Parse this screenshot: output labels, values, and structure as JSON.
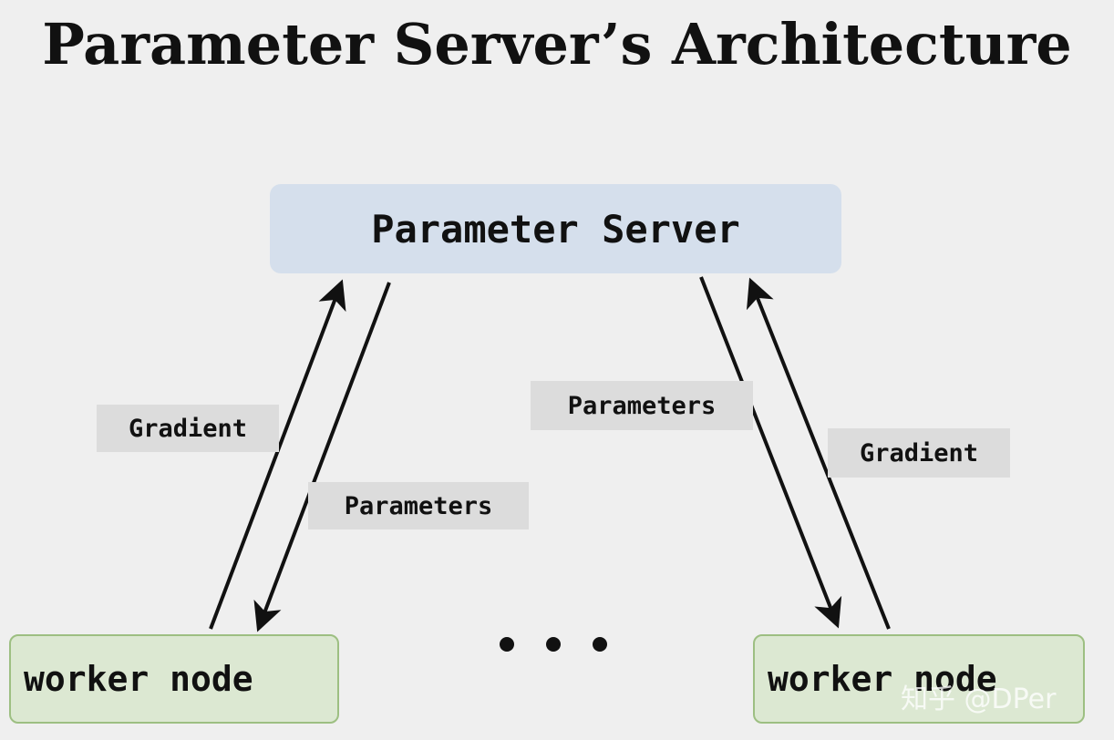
{
  "title": "Parameter Server’s Architecture",
  "server": {
    "label": "Parameter Server"
  },
  "workers": [
    {
      "label": "worker node"
    },
    {
      "label": "worker node"
    }
  ],
  "edges": {
    "left_up_label": "Gradient",
    "left_down_label": "Parameters",
    "right_down_label": "Parameters",
    "right_up_label": "Gradient"
  },
  "watermark": "知乎 @DPer",
  "colors": {
    "background": "#efefef",
    "server_fill": "#d5dfec",
    "worker_fill": "#dce8d2",
    "worker_border": "#9dbf82",
    "label_fill": "#dcdcdc",
    "arrow": "#111111"
  }
}
